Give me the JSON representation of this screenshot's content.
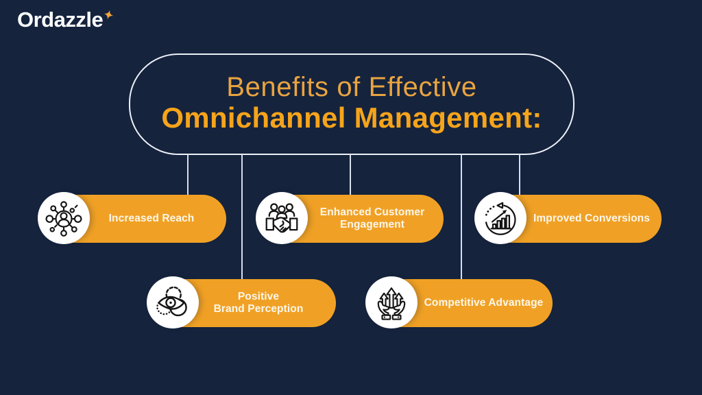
{
  "colors": {
    "background": "#15233d",
    "pill_orange": "#f0a125",
    "title_line1": "#e9a440",
    "title_line2": "#f6a41b",
    "connector": "#d9dfec",
    "box_border": "#edf1f8",
    "circle_fill": "#ffffff",
    "icon_stroke": "#141414",
    "logo_text_color": "#ffffff",
    "logo_star_color": "#f0a43c",
    "pill_text": "#fdf7ec"
  },
  "logo": {
    "text": "Ordazzle",
    "star_icon": "sparkle-star-icon"
  },
  "title": {
    "line1": "Benefits of Effective",
    "line2": "Omnichannel Management:"
  },
  "benefits": [
    {
      "label": "Increased Reach",
      "icon": "network-reach-icon",
      "row": 1
    },
    {
      "label": "Enhanced Customer\nEngagement",
      "icon": "team-handshake-icon",
      "row": 1
    },
    {
      "label": "Improved Conversions",
      "icon": "growth-chart-icon",
      "row": 1
    },
    {
      "label": "Positive\nBrand Perception",
      "icon": "brand-eye-icon",
      "row": 2
    },
    {
      "label": "Competitive Advantage",
      "icon": "hands-arrows-icon",
      "row": 2
    }
  ]
}
